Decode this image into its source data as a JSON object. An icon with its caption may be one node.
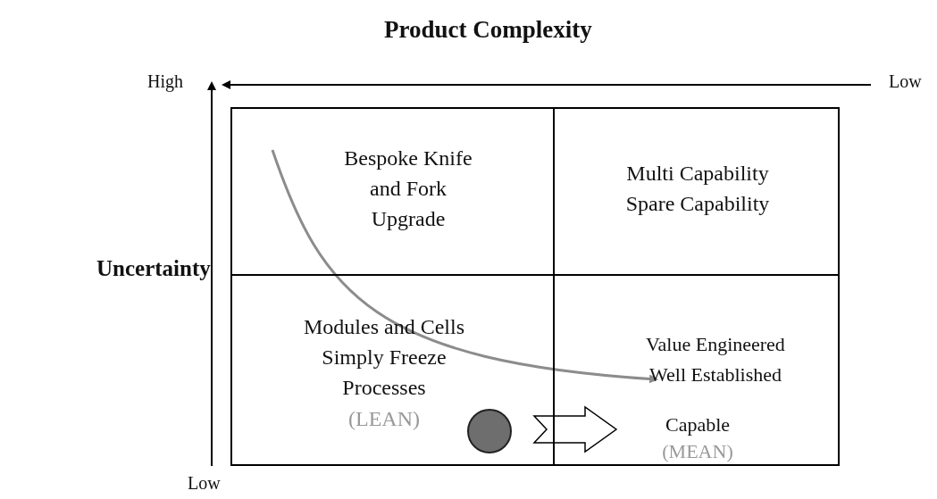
{
  "diagram": {
    "title": "Product Complexity",
    "nodes": [
      {
        "text": [
          "Bespoke Knife and Fork Upgrade"
        ]
      },
      {
        "text": [
          "Multi Capability Spare Capability"
        ]
      },
      {
        "text": [
          "Modules and Cells Simply Freeze Processes",
          "(LEAN)"
        ]
      },
      {
        "text": [
          "Value Engineered Well Established",
          "Capable",
          "(MEAN)"
        ]
      },
      {
        "text": [],
        "shape": "circle",
        "in": 2
      }
    ],
    "edges": [
      {
        "from": 0,
        "to": 3,
        "arrow": "to",
        "color": "#8c8c8c"
      },
      {
        "from": 4,
        "to": 3,
        "arrow": "to",
        "style": "thick"
      }
    ],
    "labels": [
      "High",
      "Low",
      "Uncertainty",
      "Low"
    ]
  }
}
